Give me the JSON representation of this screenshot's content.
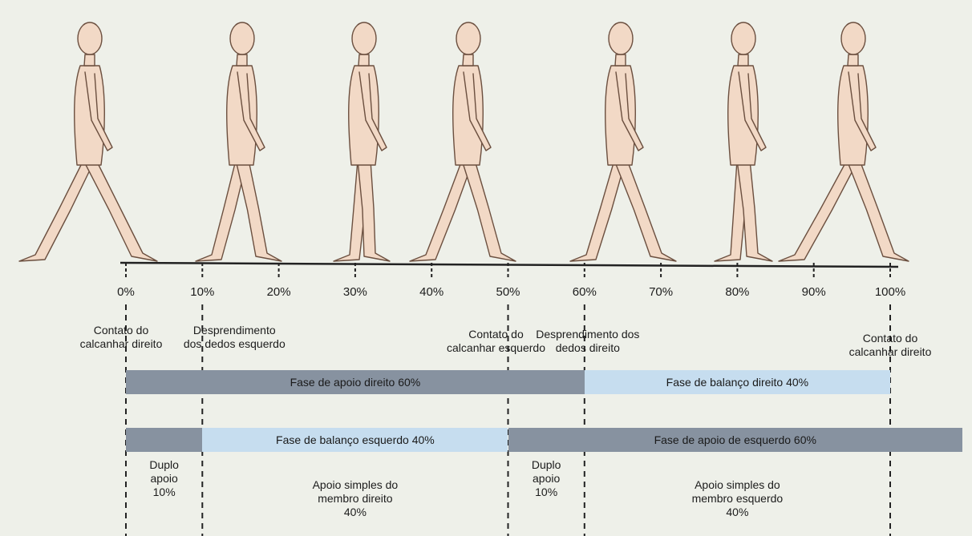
{
  "percent_labels": [
    "0%",
    "10%",
    "20%",
    "30%",
    "40%",
    "50%",
    "60%",
    "70%",
    "80%",
    "90%",
    "100%"
  ],
  "events": [
    {
      "text": "Contato do\ncalcanhar direito",
      "at": 0
    },
    {
      "text": "Desprendimento\ndos dedos esquerdo",
      "at": 10
    },
    {
      "text": "Contato do\ncalcanhar esquerdo",
      "at": 50
    },
    {
      "text": "Desprendimento dos\ndedos direito",
      "at": 60
    },
    {
      "text": "Contato do\ncalcanhar direito",
      "at": 100
    }
  ],
  "phase_bars": {
    "right": [
      {
        "label": "Fase de apoio direito 60%",
        "from": 0,
        "to": 60,
        "kind": "stance"
      },
      {
        "label": "Fase de balanço direito 40%",
        "from": 60,
        "to": 100,
        "kind": "swing"
      }
    ],
    "left": [
      {
        "label": "",
        "from": 0,
        "to": 10,
        "kind": "stance"
      },
      {
        "label": "Fase de balanço esquerdo 40%",
        "from": 10,
        "to": 50,
        "kind": "swing"
      },
      {
        "label": "Fase de apoio de esquerdo 60%",
        "from": 50,
        "to": 110,
        "kind": "stance"
      }
    ]
  },
  "support_labels": [
    {
      "text": "Duplo\napoio\n10%",
      "at": 5
    },
    {
      "text": "Apoio simples do\nmembro direito\n40%",
      "at": 30
    },
    {
      "text": "Duplo\napoio\n10%",
      "at": 55
    },
    {
      "text": "Apoio simples do\nmembro esquerdo\n40%",
      "at": 80
    }
  ],
  "colors": {
    "figure_fill": "#f2d9c6",
    "figure_stroke": "#6b4f3f",
    "stance_bar": "#8792a0",
    "swing_bar": "#c6ddef"
  }
}
